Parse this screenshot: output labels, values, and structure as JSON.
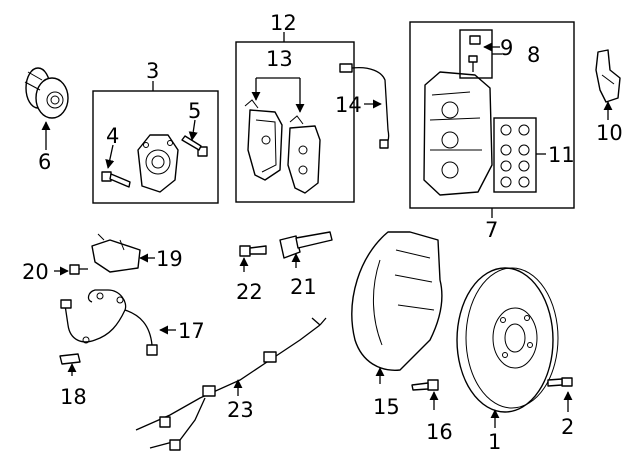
{
  "diagram": {
    "callouts": {
      "c1": "1",
      "c2": "2",
      "c3": "3",
      "c4": "4",
      "c5": "5",
      "c6": "6",
      "c7": "7",
      "c8": "8",
      "c9": "9",
      "c10": "10",
      "c11": "11",
      "c12": "12",
      "c13": "13",
      "c14": "14",
      "c15": "15",
      "c16": "16",
      "c17": "17",
      "c18": "18",
      "c19": "19",
      "c20": "20",
      "c21": "21",
      "c22": "22",
      "c23": "23"
    }
  }
}
